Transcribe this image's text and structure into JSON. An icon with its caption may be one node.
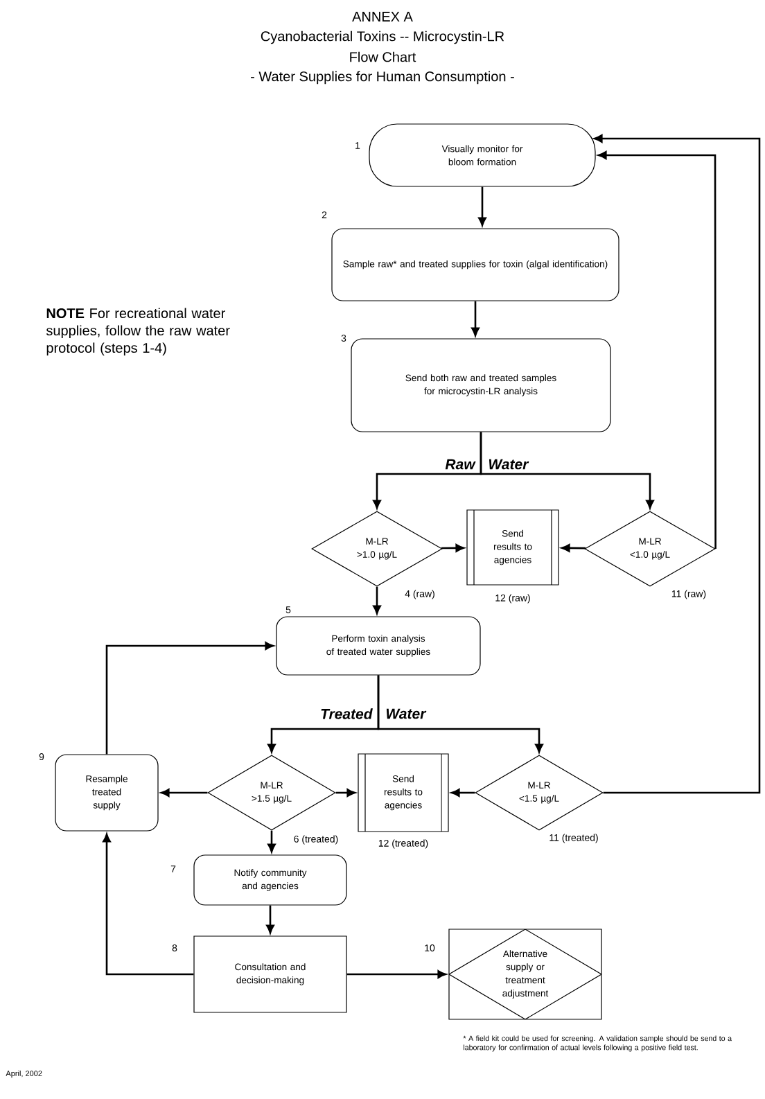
{
  "diagram": {
    "title": "ANNEX A",
    "nodes": [
      {
        "text": [
          "Visually monitor for bloom formation"
        ],
        "beside": [
          "1"
        ]
      },
      {
        "text": [
          "Sample raw* and treated supplies for toxin (algal identification)"
        ],
        "beside": [
          "2"
        ]
      },
      {
        "text": [
          "Send both raw and treated samples for microcystin-LR analysis"
        ],
        "beside": [
          "3"
        ]
      },
      {
        "text": [
          "M-LR >1.0 µg/L"
        ],
        "beside": [
          "4 (raw)"
        ]
      },
      {
        "text": [
          "Send results to agencies"
        ],
        "beside": [
          "12 (raw)"
        ]
      },
      {
        "text": [
          "M-LR <1.0 µg/L"
        ],
        "beside": [
          "11 (raw)"
        ]
      },
      {
        "text": [
          "Perform toxin analysis of treated water supplies"
        ],
        "beside": [
          "5"
        ]
      },
      {
        "text": [
          "Resample treated supply"
        ],
        "beside": [
          "9"
        ]
      },
      {
        "text": [
          "M-LR >1.5 µg/L"
        ],
        "beside": [
          "6 (treated)"
        ]
      },
      {
        "text": [
          "Send results to agencies"
        ],
        "beside": [
          "12 (treated)"
        ]
      },
      {
        "text": [
          "M-LR <1.5 µg/L"
        ],
        "beside": [
          "11 (treated)"
        ]
      },
      {
        "text": [
          "Notify community and agencies"
        ],
        "beside": [
          "7"
        ]
      },
      {
        "text": [
          "Consultation and decision-making"
        ],
        "beside": [
          "8"
        ]
      },
      {
        "text": [
          "Alternative supply or treatment adjustment"
        ],
        "beside": [
          "10"
        ]
      }
    ],
    "edges": [
      {
        "from": 0,
        "to": 1,
        "arrow": "to"
      },
      {
        "from": 1,
        "to": 2,
        "arrow": "to"
      },
      {
        "from": 2,
        "to": 3,
        "arrow": "to",
        "label": "Raw"
      },
      {
        "from": 2,
        "to": 5,
        "arrow": "to",
        "label": "Water"
      },
      {
        "from": 3,
        "to": 4,
        "arrow": "to"
      },
      {
        "from": 5,
        "to": 4,
        "arrow": "to"
      },
      {
        "from": 5,
        "to": 0,
        "arrow": "to"
      },
      {
        "from": 10,
        "to": 0,
        "arrow": "to"
      },
      {
        "from": 3,
        "to": 6,
        "arrow": "to"
      },
      {
        "from": 6,
        "to": 8,
        "arrow": "to",
        "label": "Treated"
      },
      {
        "from": 6,
        "to": 10,
        "arrow": "to",
        "label": "Water"
      },
      {
        "from": 8,
        "to": 7,
        "arrow": "to"
      },
      {
        "from": 8,
        "to": 9,
        "arrow": "to"
      },
      {
        "from": 10,
        "to": 9,
        "arrow": "to"
      },
      {
        "from": 8,
        "to": 11,
        "arrow": "to"
      },
      {
        "from": 11,
        "to": 12,
        "arrow": "to"
      },
      {
        "from": 12,
        "to": 7,
        "arrow": "to"
      },
      {
        "from": 7,
        "to": 6,
        "arrow": "to"
      },
      {
        "from": 12,
        "to": 13,
        "arrow": "to"
      }
    ],
    "labels": [
      "Cyanobacterial Toxins -- Microcystin-LR",
      "Flow Chart",
      "- Water Supplies for Human Consumption -",
      "**NOTE**  For recreational water supplies, follow the raw water protocol (steps 1-4)",
      "* A field kit could be used for screening. A validation sample should be send to a laboratory for confirmation of actual levels following a positive field test.",
      "April, 2002"
    ]
  }
}
